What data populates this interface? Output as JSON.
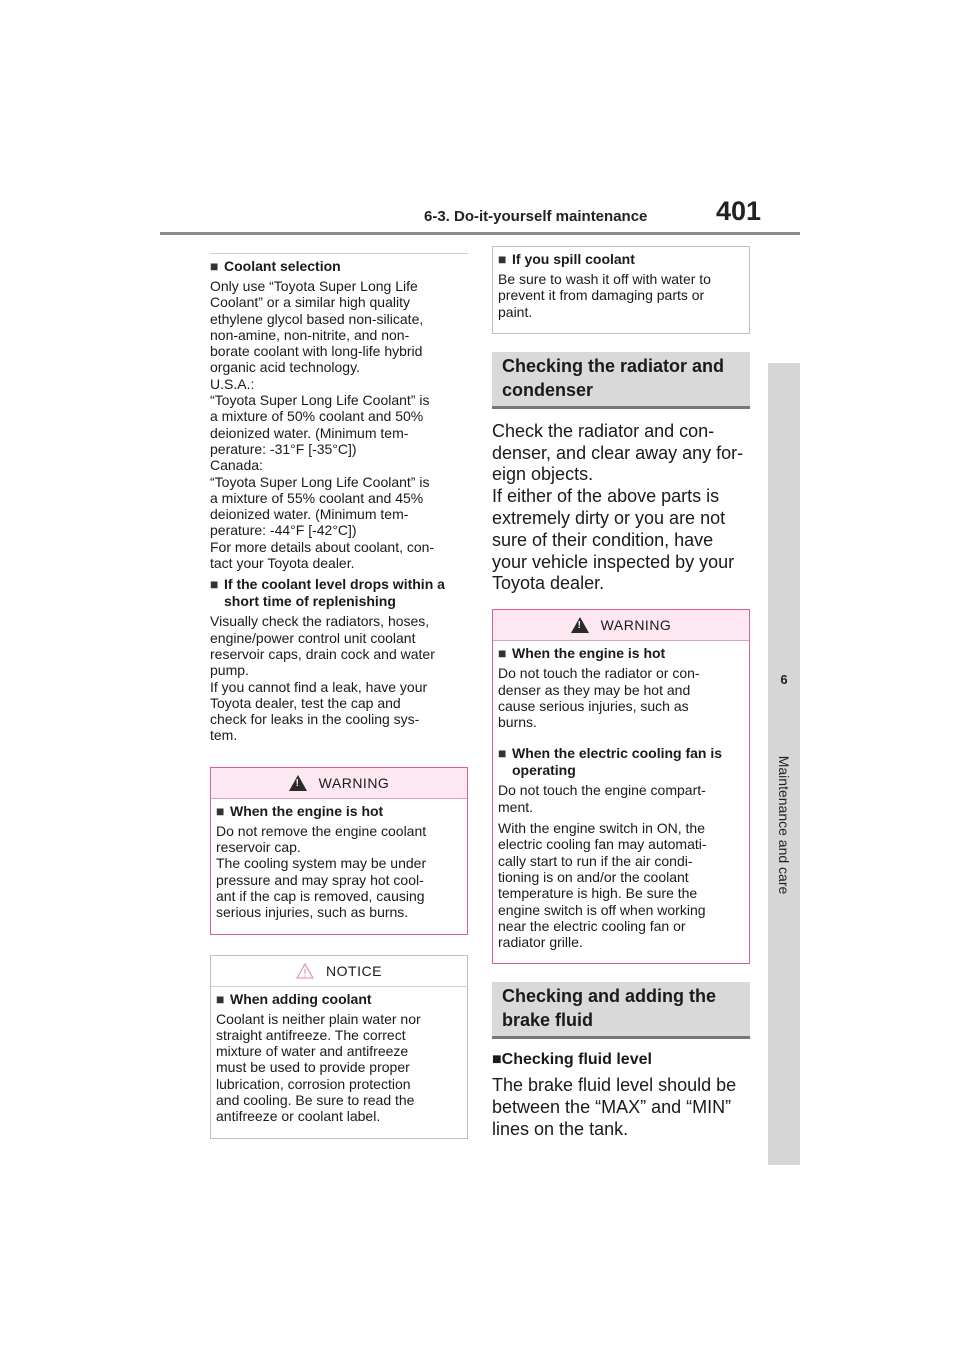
{
  "header": {
    "section_title": "6-3. Do-it-yourself maintenance",
    "page_number": "401"
  },
  "side_tab": {
    "chapter_number": "6",
    "chapter_title": "Maintenance and care"
  },
  "left_column": {
    "coolant_selection": {
      "heading": "Coolant selection",
      "body": "Only use “Toyota Super Long Life\nCoolant” or a similar high quality\nethylene glycol based non-silicate,\nnon-amine, non-nitrite, and non-\nborate coolant with long-life hybrid\norganic acid technology.\nU.S.A.:\n“Toyota Super Long Life Coolant” is\na mixture of 50% coolant and 50%\ndeionized water. (Minimum tem-\nperature: -31°F [-35°C])\nCanada:\n“Toyota Super Long Life Coolant” is\na mixture of 55% coolant and 45%\ndeionized water. (Minimum tem-\nperature: -44°F [-42°C])\nFor more details about coolant, con-\ntact your Toyota dealer."
    },
    "level_drops": {
      "heading": "If the coolant level drops within a short time of replenishing",
      "body": "Visually check the radiators, hoses,\nengine/power control unit coolant\nreservoir caps, drain cock and water\npump.\nIf you cannot find a leak, have your\nToyota dealer, test the cap and\ncheck for leaks in the cooling sys-\ntem."
    },
    "warning_box": {
      "label": "WARNING",
      "heading": "When the engine is hot",
      "body": "Do not remove the engine coolant\nreservoir cap.\nThe cooling system may be under\npressure and may spray hot cool-\nant if the cap is removed, causing\nserious injuries, such as burns."
    },
    "notice_box": {
      "label": "NOTICE",
      "heading": "When adding coolant",
      "body": "Coolant is neither plain water nor\nstraight antifreeze. The correct\nmixture of water and antifreeze\nmust be used to provide proper\nlubrication, corrosion protection\nand cooling. Be sure to read the\nantifreeze or coolant label."
    }
  },
  "right_column": {
    "spill_box": {
      "heading": "If you spill coolant",
      "body": "Be sure to wash it off with water to\nprevent it from damaging parts or\npaint."
    },
    "radiator_section": {
      "title": "Checking the radiator and condenser",
      "body": "Check the radiator and con-\ndenser, and clear away any for-\neign objects.\nIf either of the above parts is\nextremely dirty or you are not\nsure of their condition, have\nyour vehicle inspected by your\nToyota dealer."
    },
    "warning_box": {
      "label": "WARNING",
      "item1_heading": "When the engine is hot",
      "item1_body": "Do not touch the radiator or con-\ndenser as they may be hot and\ncause serious injuries, such as\nburns.",
      "item2_heading": "When the electric cooling fan is operating",
      "item2_body1": "Do not touch the engine compart-\nment.",
      "item2_body2": "With the engine switch in ON, the\nelectric cooling fan may automati-\ncally start to run if the air condi-\ntioning is on and/or the coolant\ntemperature is high. Be sure the\nengine switch is off when working\nnear the electric cooling fan or\nradiator grille."
    },
    "brake_section": {
      "title": "Checking and adding the brake fluid",
      "sub_heading": "Checking fluid level",
      "body": "The brake fluid level should be\nbetween the “MAX” and “MIN”\nlines on the tank."
    }
  }
}
